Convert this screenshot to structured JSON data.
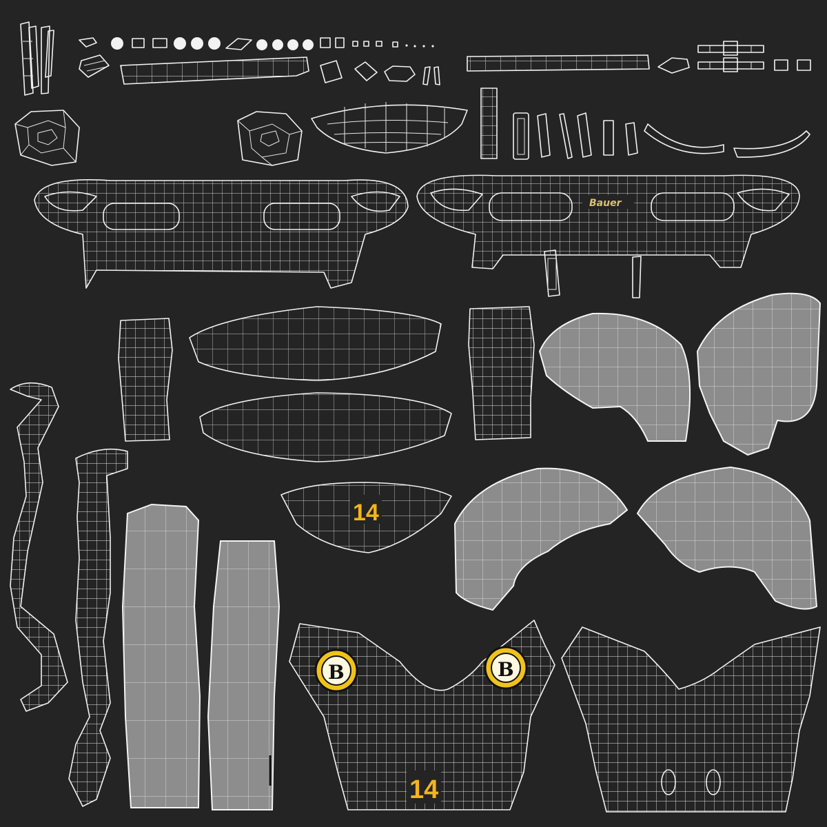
{
  "texture": {
    "background_color": "#242424",
    "wire_color": "#f2f2f2",
    "island_fill_color": "#8c8c8c",
    "brand_logo_color": "#d9c36a",
    "number_color": "#f2b51c"
  },
  "labels": {
    "brand_logo": "Bauer",
    "chin_number": "14",
    "chest_number": "14",
    "badge_letter_left": "B",
    "badge_letter_right": "B"
  }
}
